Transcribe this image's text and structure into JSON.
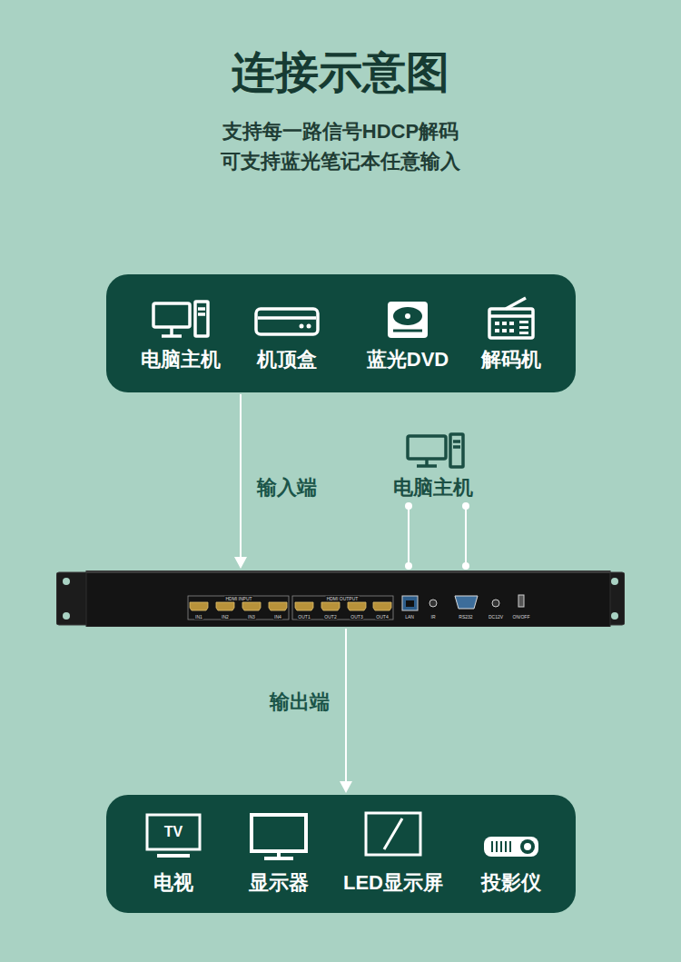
{
  "diagram": {
    "title": "连接示意图",
    "nodes": [
      {
        "text": [
          "电脑主机",
          "机顶盒",
          "蓝光DVD",
          "解码机"
        ]
      },
      {
        "text": [
          "电脑主机"
        ]
      },
      {
        "text": [
          "HDMI INPUT",
          "IN1",
          "IN2",
          "IN3",
          "IN4",
          "HDMI OUTPUT",
          "OUT1",
          "OUT2",
          "OUT3",
          "OUT4",
          "LAN",
          "IR",
          "RS232",
          "DC12V",
          "ON/OFF"
        ]
      },
      {
        "text": [
          "电视",
          "显示器",
          "LED显示屏",
          "投影仪"
        ]
      }
    ],
    "edges": [
      {
        "from": 0,
        "to": 2,
        "arrow": "to",
        "label": "输入端"
      },
      {
        "from": 1,
        "to": 2,
        "arrow": "none"
      },
      {
        "from": 1,
        "to": 2,
        "arrow": "none"
      },
      {
        "from": 2,
        "to": 3,
        "arrow": "to",
        "label": "输出端"
      }
    ],
    "labels": [
      "支持每一路信号HDCP解码",
      "可支持蓝光笔记本任意输入",
      "TV"
    ]
  }
}
